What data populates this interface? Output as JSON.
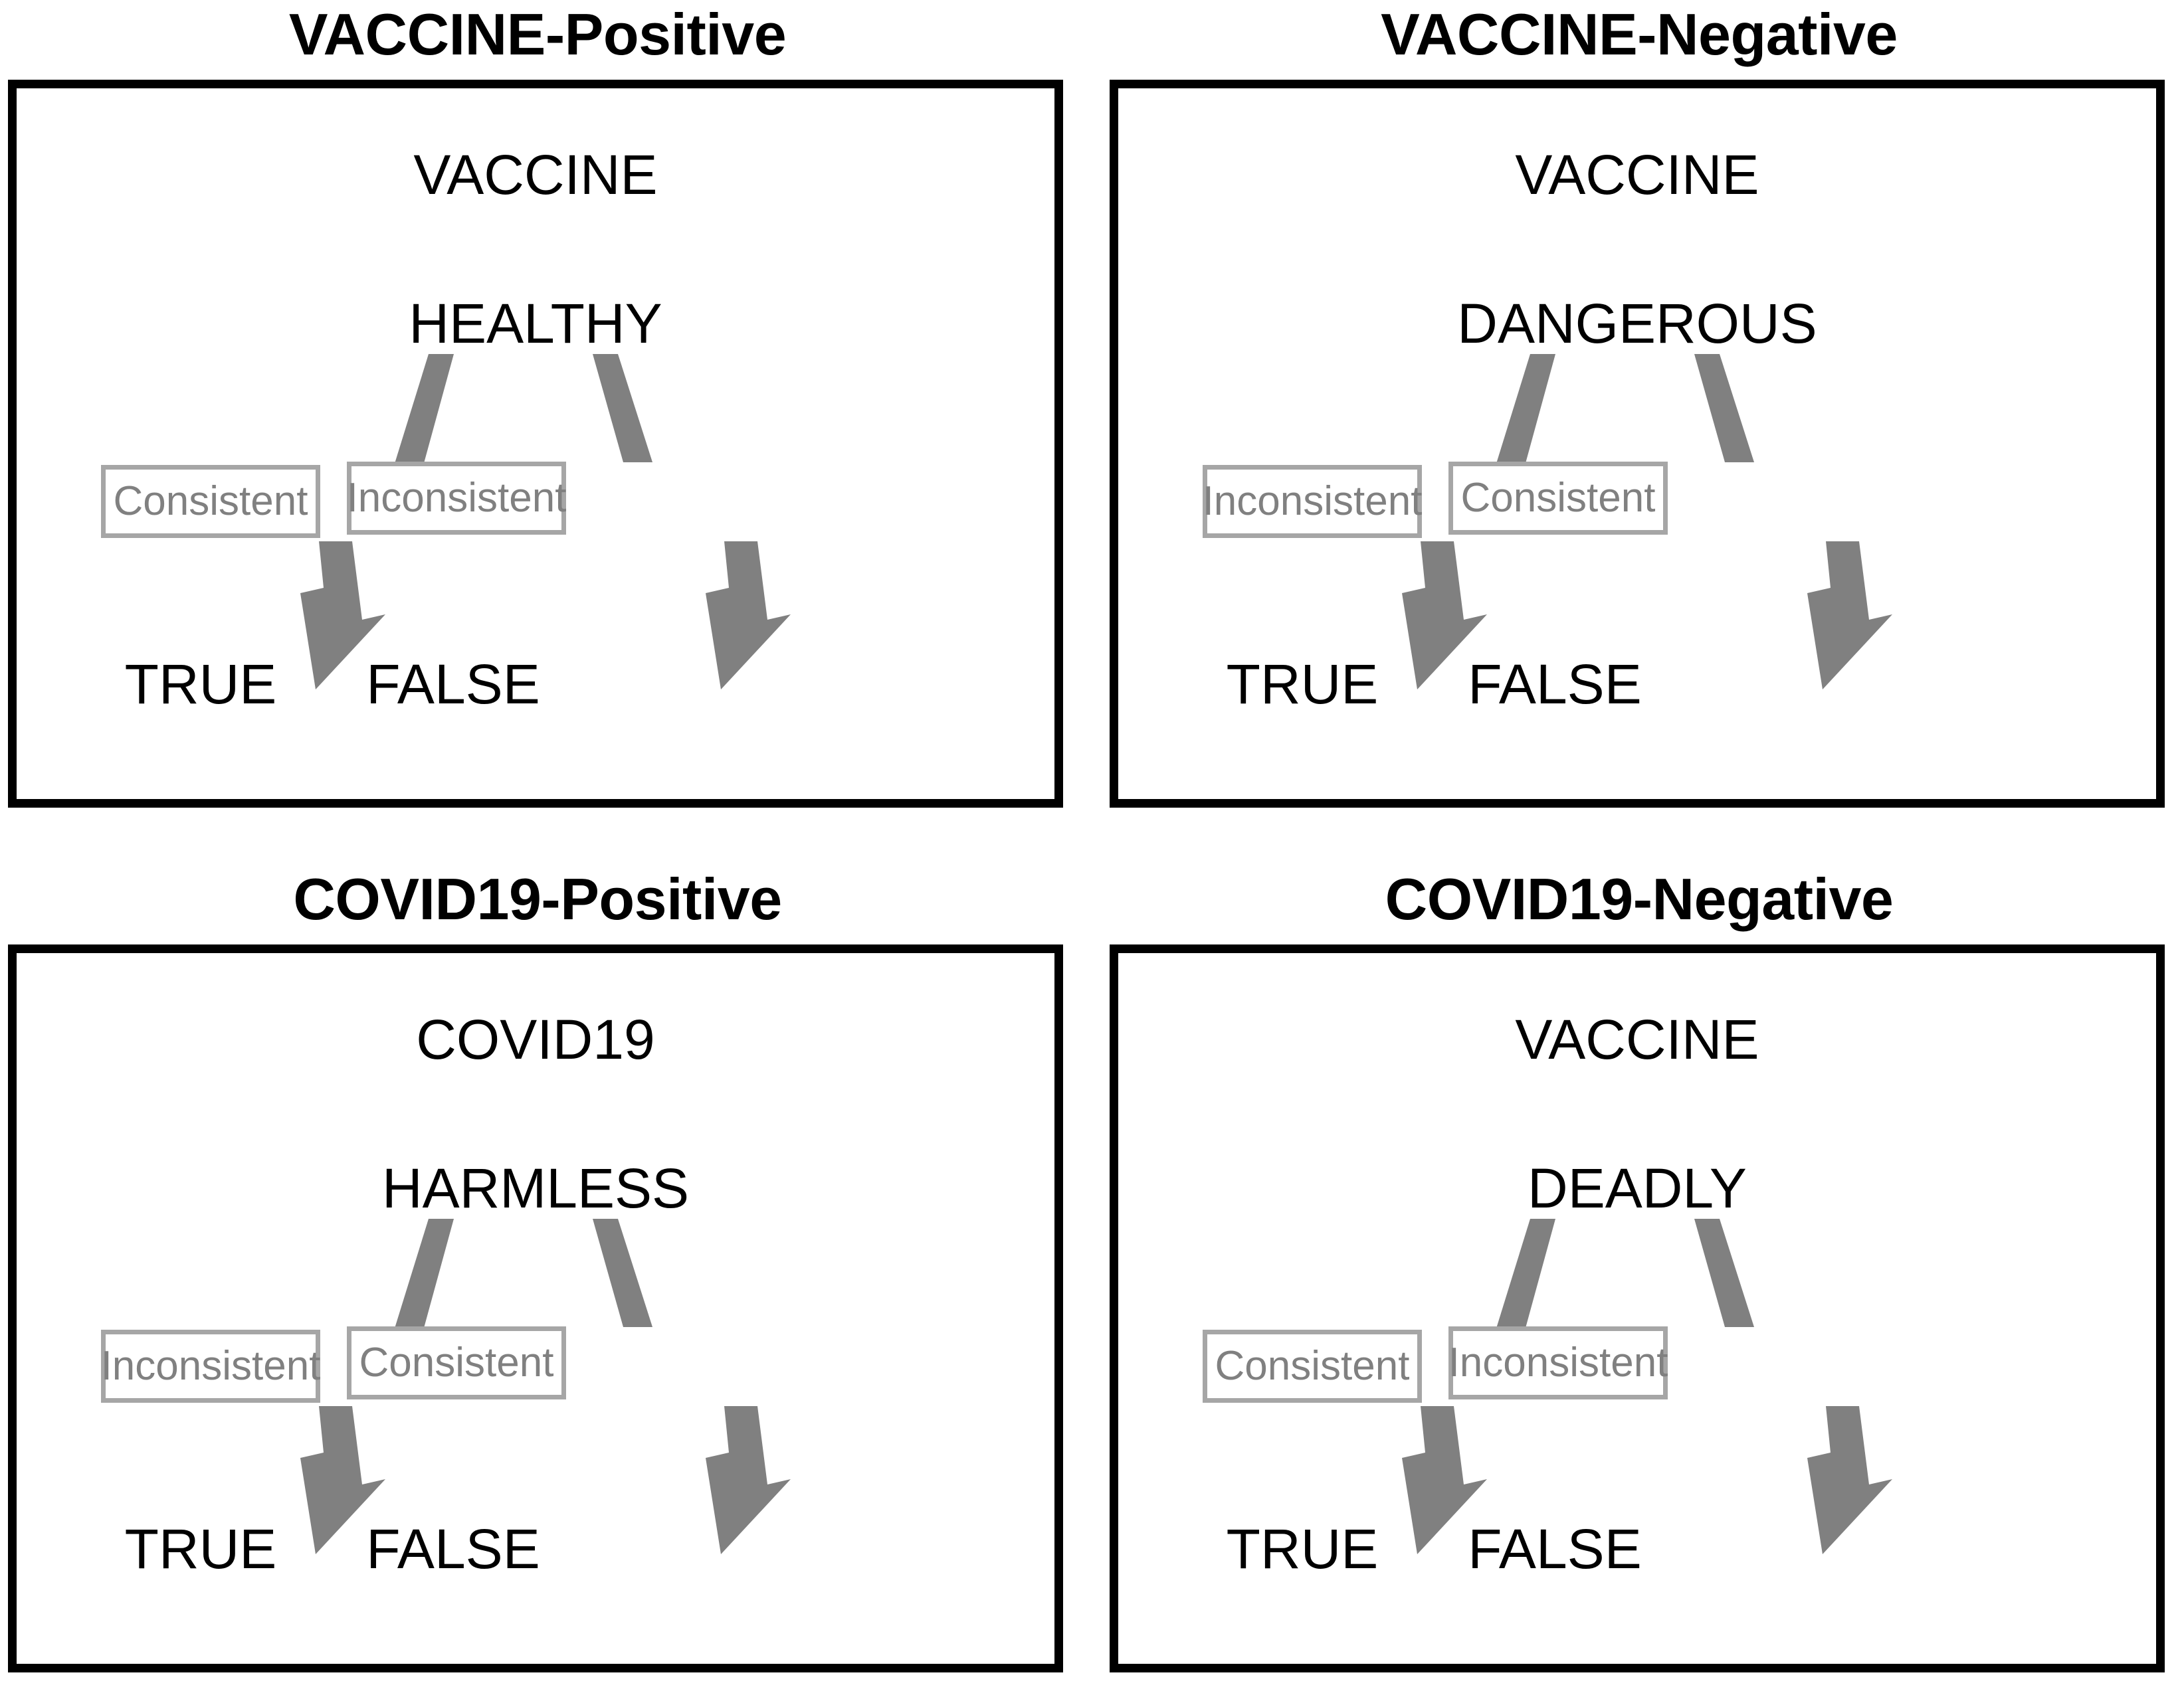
{
  "figure": {
    "background": "#ffffff",
    "panel_border_color": "#000000",
    "box_border_color": "#a6a6a6",
    "box_text_color": "#808080",
    "arrow_color": "#808080",
    "text_color": "#000000"
  },
  "panels": [
    {
      "id": "vaccine-positive",
      "title": "VACCINE-Positive",
      "topic": "VACCINE",
      "attribute": "HEALTHY",
      "left_box": "Consistent",
      "right_box": "Inconsistent",
      "left_outcome": "TRUE",
      "right_outcome": "FALSE"
    },
    {
      "id": "vaccine-negative",
      "title": "VACCINE-Negative",
      "topic": "VACCINE",
      "attribute": "DANGEROUS",
      "left_box": "Inconsistent",
      "right_box": "Consistent",
      "left_outcome": "TRUE",
      "right_outcome": "FALSE"
    },
    {
      "id": "covid19-positive",
      "title": "COVID19-Positive",
      "topic": "COVID19",
      "attribute": "HARMLESS",
      "left_box": "Inconsistent",
      "right_box": "Consistent",
      "left_outcome": "TRUE",
      "right_outcome": "FALSE"
    },
    {
      "id": "covid19-negative",
      "title": "COVID19-Negative",
      "topic": "VACCINE",
      "attribute": "DEADLY",
      "left_box": "Consistent",
      "right_box": "Inconsistent",
      "left_outcome": "TRUE",
      "right_outcome": "FALSE"
    }
  ]
}
